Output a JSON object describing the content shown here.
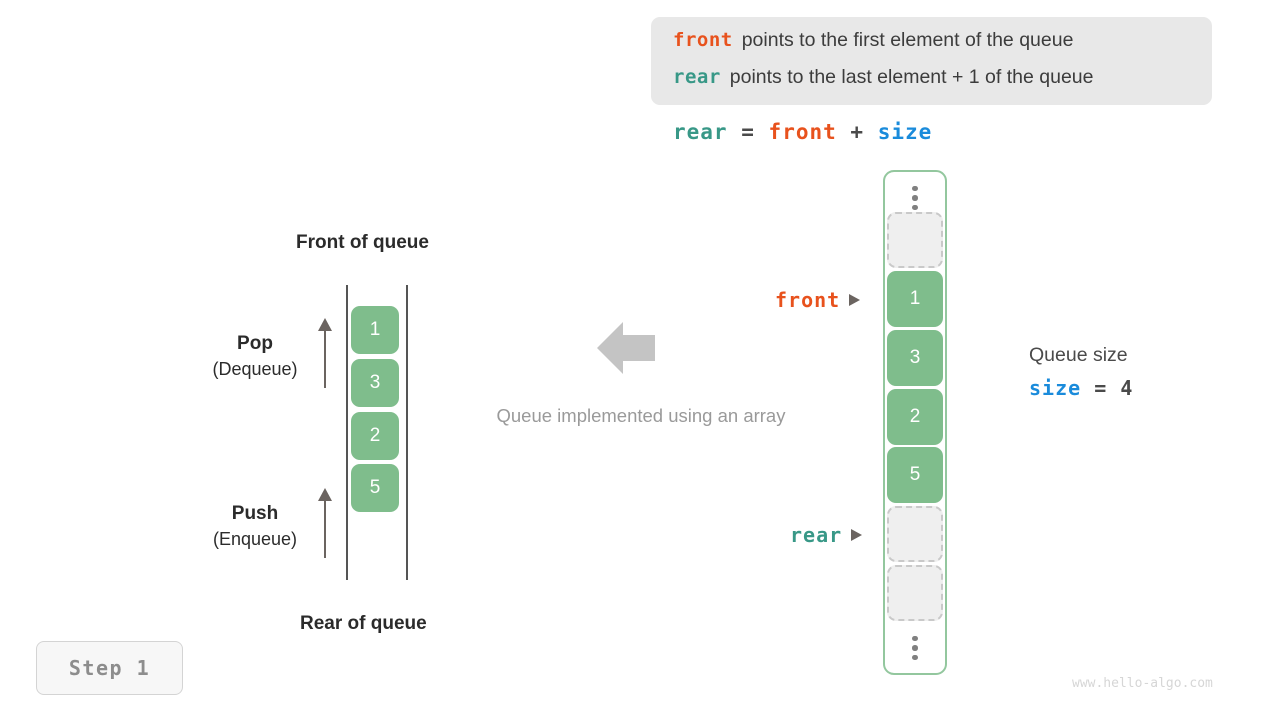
{
  "legend": {
    "front_keyword": "front",
    "front_desc": "points to the first element of the queue",
    "rear_keyword": "rear",
    "rear_desc": "points to the last element + 1 of the queue"
  },
  "formula": {
    "lhs": "rear",
    "eq": "=",
    "op1": "front",
    "plus": "+",
    "op2": "size"
  },
  "left_queue": {
    "front_label": "Front of queue",
    "rear_label": "Rear of queue",
    "pop": {
      "name": "Pop",
      "alt": "(Dequeue)"
    },
    "push": {
      "name": "Push",
      "alt": "(Enqueue)"
    },
    "cells": [
      "1",
      "3",
      "2",
      "5"
    ]
  },
  "center": {
    "caption": "Queue implemented using an array",
    "arrow_icon": "arrow-left-icon"
  },
  "array": {
    "slots": [
      {
        "kind": "ellipsis",
        "value": ""
      },
      {
        "kind": "empty",
        "value": ""
      },
      {
        "kind": "filled",
        "value": "1"
      },
      {
        "kind": "filled",
        "value": "3"
      },
      {
        "kind": "filled",
        "value": "2"
      },
      {
        "kind": "filled",
        "value": "5"
      },
      {
        "kind": "empty",
        "value": ""
      },
      {
        "kind": "empty",
        "value": ""
      },
      {
        "kind": "ellipsis",
        "value": ""
      }
    ],
    "front_pointer": "front",
    "rear_pointer": "rear"
  },
  "size_annotation": {
    "title": "Queue size",
    "keyword": "size",
    "eq": "=",
    "value": "4"
  },
  "step_badge": "Step 1",
  "watermark": "www.hello-algo.com",
  "colors": {
    "cell_green": "#7fbd8c",
    "container_green": "#93c79e",
    "front_orange": "#e8521d",
    "rear_teal": "#389887",
    "size_blue": "#1a8bdb",
    "legend_bg": "#e8e8e8",
    "muted_gray": "#9a9a9a"
  }
}
